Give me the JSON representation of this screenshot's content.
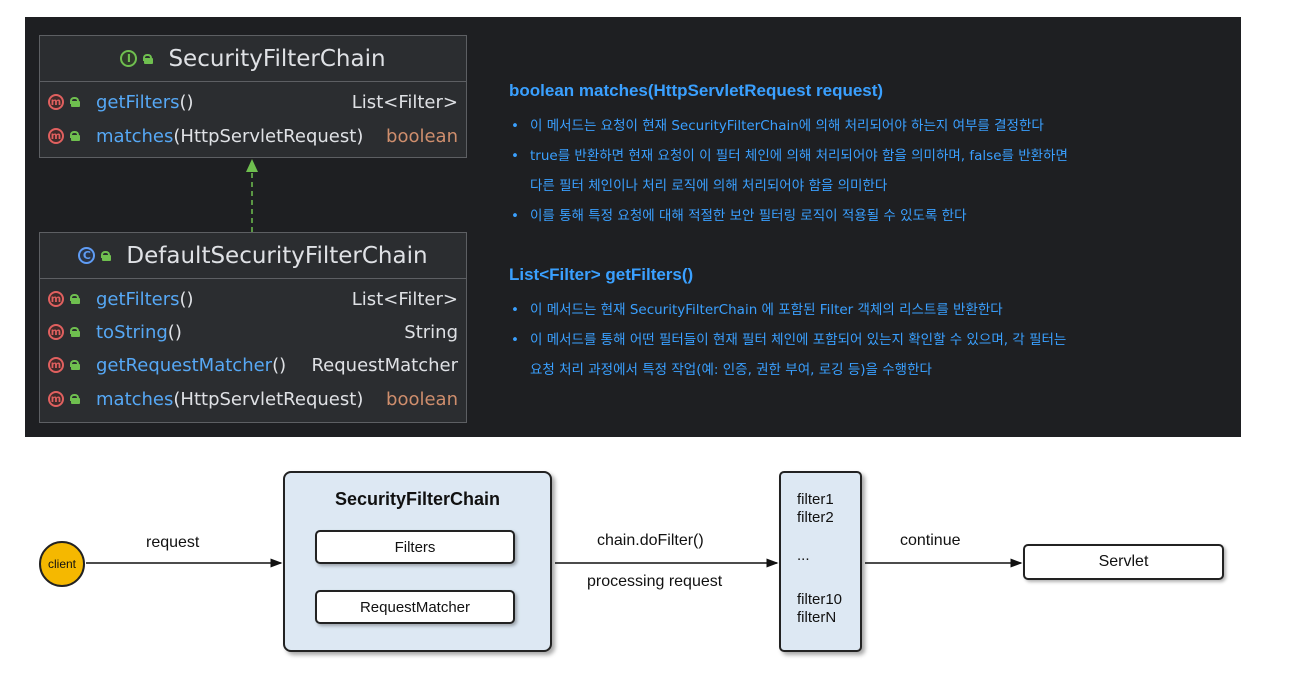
{
  "uml": {
    "interface": {
      "badge": "I",
      "name": "SecurityFilterChain",
      "methods": [
        {
          "name": "getFilters",
          "paren_open": "(",
          "args": "",
          "paren_close": ")",
          "return": "List<Filter>"
        },
        {
          "name": "matches",
          "paren_open": "(",
          "args": "HttpServletRequest",
          "paren_close": ")",
          "return": "boolean"
        }
      ]
    },
    "class": {
      "badge": "C",
      "name": "DefaultSecurityFilterChain",
      "methods": [
        {
          "name": "getFilters",
          "paren_open": "(",
          "args": "",
          "paren_close": ")",
          "return": "List<Filter>"
        },
        {
          "name": "toString",
          "paren_open": "(",
          "args": "",
          "paren_close": ")",
          "return": "String"
        },
        {
          "name": "getRequestMatcher",
          "paren_open": "(",
          "args": "",
          "paren_close": ")",
          "return": "RequestMatcher"
        },
        {
          "name": "matches",
          "paren_open": "(",
          "args": "HttpServletRequest",
          "paren_close": ")",
          "return": "boolean"
        }
      ]
    },
    "method_badge": "m"
  },
  "descriptions": {
    "matches": {
      "heading": "boolean matches(HttpServletRequest request)",
      "bullets": [
        "이 메서드는 요청이 현재 SecurityFilterChain에 의해 처리되어야 하는지 여부를 결정한다",
        "true를 반환하면 현재 요청이 이 필터 체인에 의해 처리되어야 함을 의미하며, false를 반환하면",
        "이를 통해 특정 요청에 대해 적절한 보안 필터링 로직이 적용될 수 있도록 한다"
      ],
      "bullet2_cont": "다른 필터 체인이나 처리 로직에 의해 처리되어야 함을 의미한다"
    },
    "getFilters": {
      "heading": "List<Filter> getFilters()",
      "bullets": [
        "이 메서드는 현재 SecurityFilterChain 에 포함된 Filter 객체의 리스트를 반환한다",
        "이 메서드를 통해 어떤 필터들이 현재 필터 체인에 포함되어 있는지 확인할 수 있으며, 각 필터는"
      ],
      "bullet2_cont": "요청 처리 과정에서 특정 작업(예: 인증, 권한 부여, 로깅 등)을 수행한다"
    }
  },
  "flow": {
    "client": "client",
    "request_label": "request",
    "chain_title": "SecurityFilterChain",
    "filters_box": "Filters",
    "matcher_box": "RequestMatcher",
    "dofilter_label": "chain.doFilter()",
    "processing_label": "processing request",
    "filter_items": [
      "filter1",
      "filter2",
      "...",
      "filter10",
      "filterN"
    ],
    "continue_label": "continue",
    "servlet": "Servlet"
  }
}
